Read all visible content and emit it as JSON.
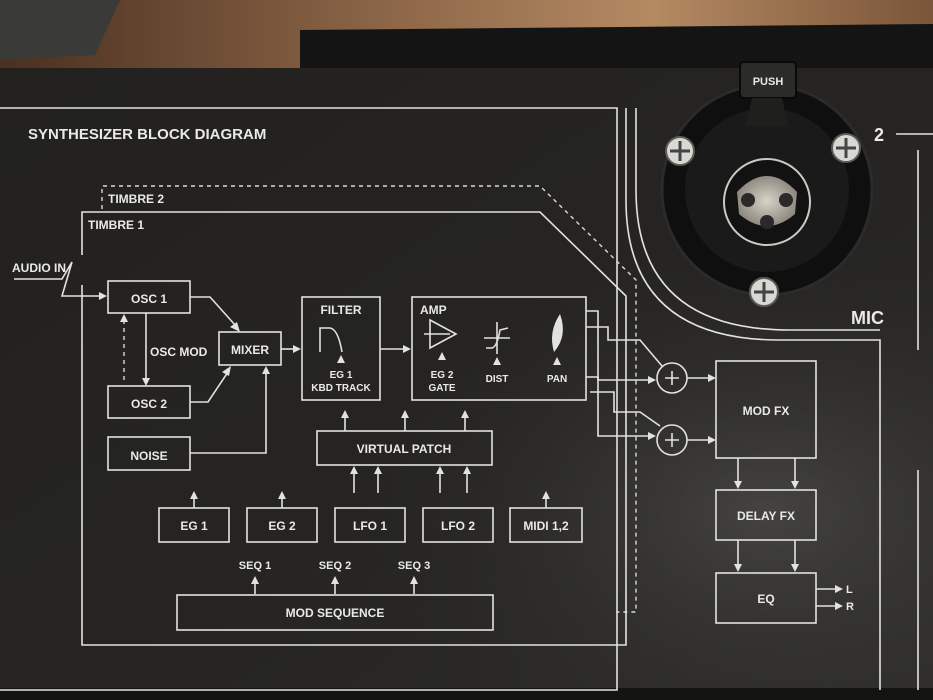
{
  "colors": {
    "wood": "#6b4a30",
    "panel": "#242321",
    "panel_light": "#3a3936",
    "print": "#e6e6e3"
  },
  "panel": {
    "title": "SYNTHESIZER BLOCK DIAGRAM",
    "timbre2": "TIMBRE 2",
    "timbre1": "TIMBRE 1",
    "audio_in": "AUDIO IN",
    "osc1": "OSC 1",
    "osc2": "OSC 2",
    "osc_mod": "OSC MOD",
    "noise": "NOISE",
    "mixer": "MIXER",
    "filter": "FILTER",
    "eg1_label": "EG 1",
    "kbd_track": "KBD TRACK",
    "amp": "AMP",
    "eg2_label": "EG 2",
    "gate": "GATE",
    "dist": "DIST",
    "pan": "PAN",
    "virtual_patch": "VIRTUAL PATCH",
    "sources": [
      "EG 1",
      "EG 2",
      "LFO 1",
      "LFO 2",
      "MIDI 1,2"
    ],
    "seq": [
      "SEQ 1",
      "SEQ 2",
      "SEQ 3"
    ],
    "mod_sequence": "MOD SEQUENCE",
    "mod_fx": "MOD FX",
    "delay_fx": "DELAY FX",
    "eq": "EQ",
    "out_l": "L",
    "out_r": "R"
  },
  "connector": {
    "number": "2",
    "label": "MIC",
    "latch_text": "PUSH"
  }
}
